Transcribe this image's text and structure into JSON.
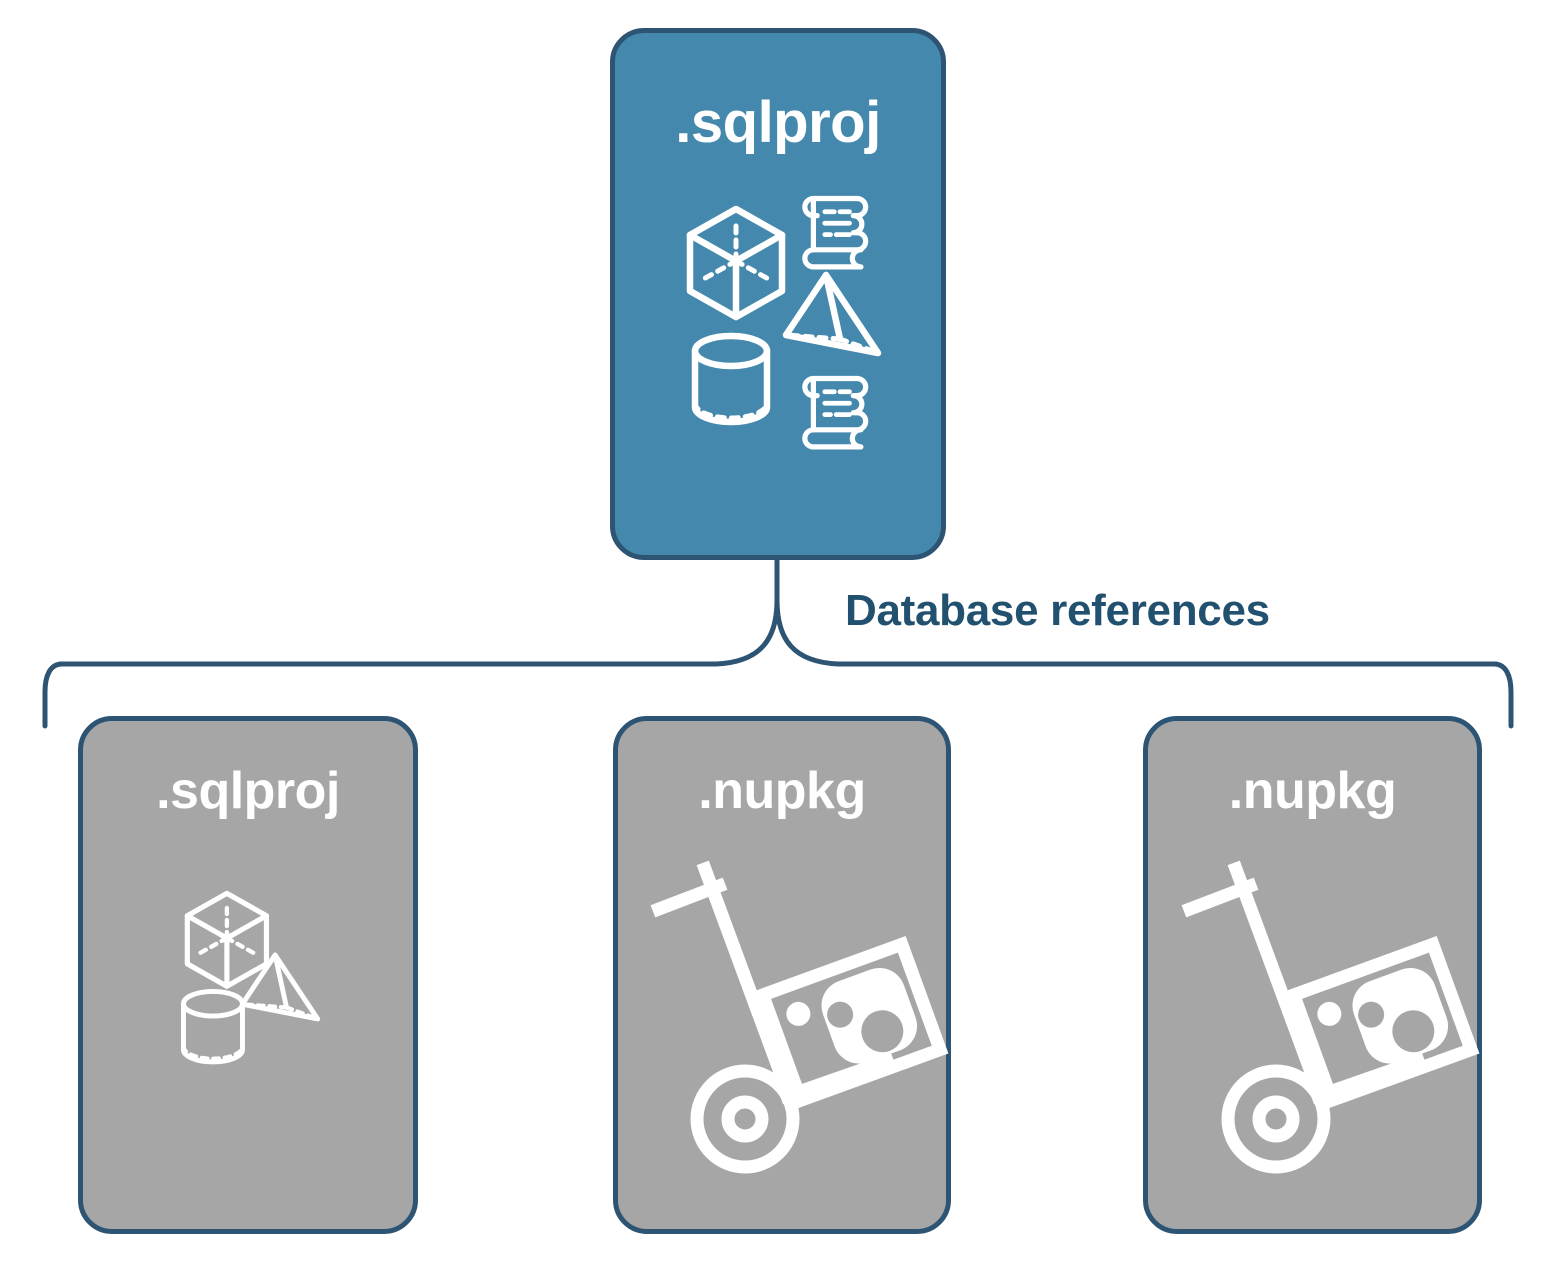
{
  "diagram": {
    "title_text": "Database references",
    "colors": {
      "node_blue_fill": "#4489ad",
      "node_gray_fill": "#a6a6a6",
      "border_navy": "#2d5473",
      "label_navy": "#22506f",
      "icon_white": "#ffffff",
      "background": "#ffffff"
    },
    "connector_label": "Database references"
  },
  "nodes": {
    "top": {
      "label": ".sqlproj",
      "fill": "blue",
      "icons": [
        "cube-icon",
        "scroll-icon",
        "pyramid-icon",
        "cylinder-icon",
        "scroll-icon"
      ]
    },
    "children": [
      {
        "label": ".sqlproj",
        "fill": "gray",
        "icons": [
          "cube-icon",
          "pyramid-icon",
          "cylinder-icon"
        ]
      },
      {
        "label": ".nupkg",
        "fill": "gray",
        "icons": [
          "hand-truck-package-icon"
        ]
      },
      {
        "label": ".nupkg",
        "fill": "gray",
        "icons": [
          "hand-truck-package-icon"
        ]
      }
    ]
  }
}
